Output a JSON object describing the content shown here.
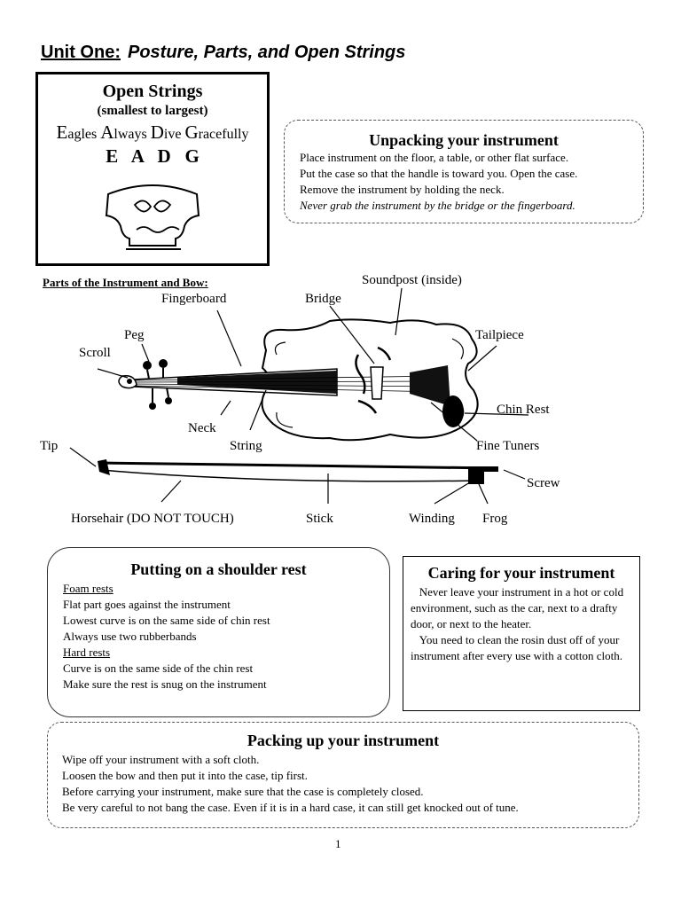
{
  "title": {
    "unit": "Unit One:",
    "subtitle": "Posture, Parts, and Open Strings"
  },
  "open_strings": {
    "heading": "Open Strings",
    "sub": "(smallest to largest)",
    "mnemonic": [
      {
        "initial": "E",
        "rest": "agles"
      },
      {
        "initial": "A",
        "rest": "lways"
      },
      {
        "initial": "D",
        "rest": "ive"
      },
      {
        "initial": "G",
        "rest": "racefully"
      }
    ],
    "notes": "E   A   D   G"
  },
  "unpacking": {
    "heading": "Unpacking your instrument",
    "lines": [
      "Place instrument on the floor, a table, or other flat surface.",
      "Put the case so that the handle is toward you.  Open the case.",
      "Remove the instrument by holding the neck."
    ],
    "warning": "Never grab the instrument by the bridge or the fingerboard."
  },
  "parts": {
    "heading": "Parts of the Instrument and Bow:",
    "labels": {
      "soundpost": "Soundpost (inside)",
      "fingerboard": "Fingerboard",
      "bridge": "Bridge",
      "peg": "Peg",
      "tailpiece": "Tailpiece",
      "scroll": "Scroll",
      "chin_rest": "Chin Rest",
      "neck": "Neck",
      "tip": "Tip",
      "string": "String",
      "fine_tuners": "Fine Tuners",
      "screw": "Screw",
      "horsehair": "Horsehair (DO NOT TOUCH)",
      "stick": "Stick",
      "winding": "Winding",
      "frog": "Frog"
    }
  },
  "shoulder_rest": {
    "heading": "Putting on a shoulder rest",
    "foam_title": "Foam rests",
    "foam": [
      "Flat part goes against the instrument",
      "Lowest curve is on the same side of chin rest",
      "Always use two rubberbands"
    ],
    "hard_title": "Hard rests",
    "hard": [
      "Curve is on the same side of the chin rest",
      "Make sure the rest is snug on the instrument"
    ]
  },
  "caring": {
    "heading": "Caring for your instrument",
    "paragraphs": [
      "Never leave your instrument in a hot or cold environment, such as the car, next to a drafty door, or next to the heater.",
      "You need to clean the rosin dust off of your instrument after every use with a cotton cloth."
    ]
  },
  "packing": {
    "heading": "Packing up your instrument",
    "lines": [
      "Wipe off your instrument with a soft cloth.",
      "Loosen the bow and then put it into the case, tip first.",
      "Before carrying your instrument, make sure that the case is completely closed.",
      "Be very careful to not bang the case.  Even if it is in a hard case, it can still get knocked out of tune."
    ]
  },
  "page_number": "1"
}
